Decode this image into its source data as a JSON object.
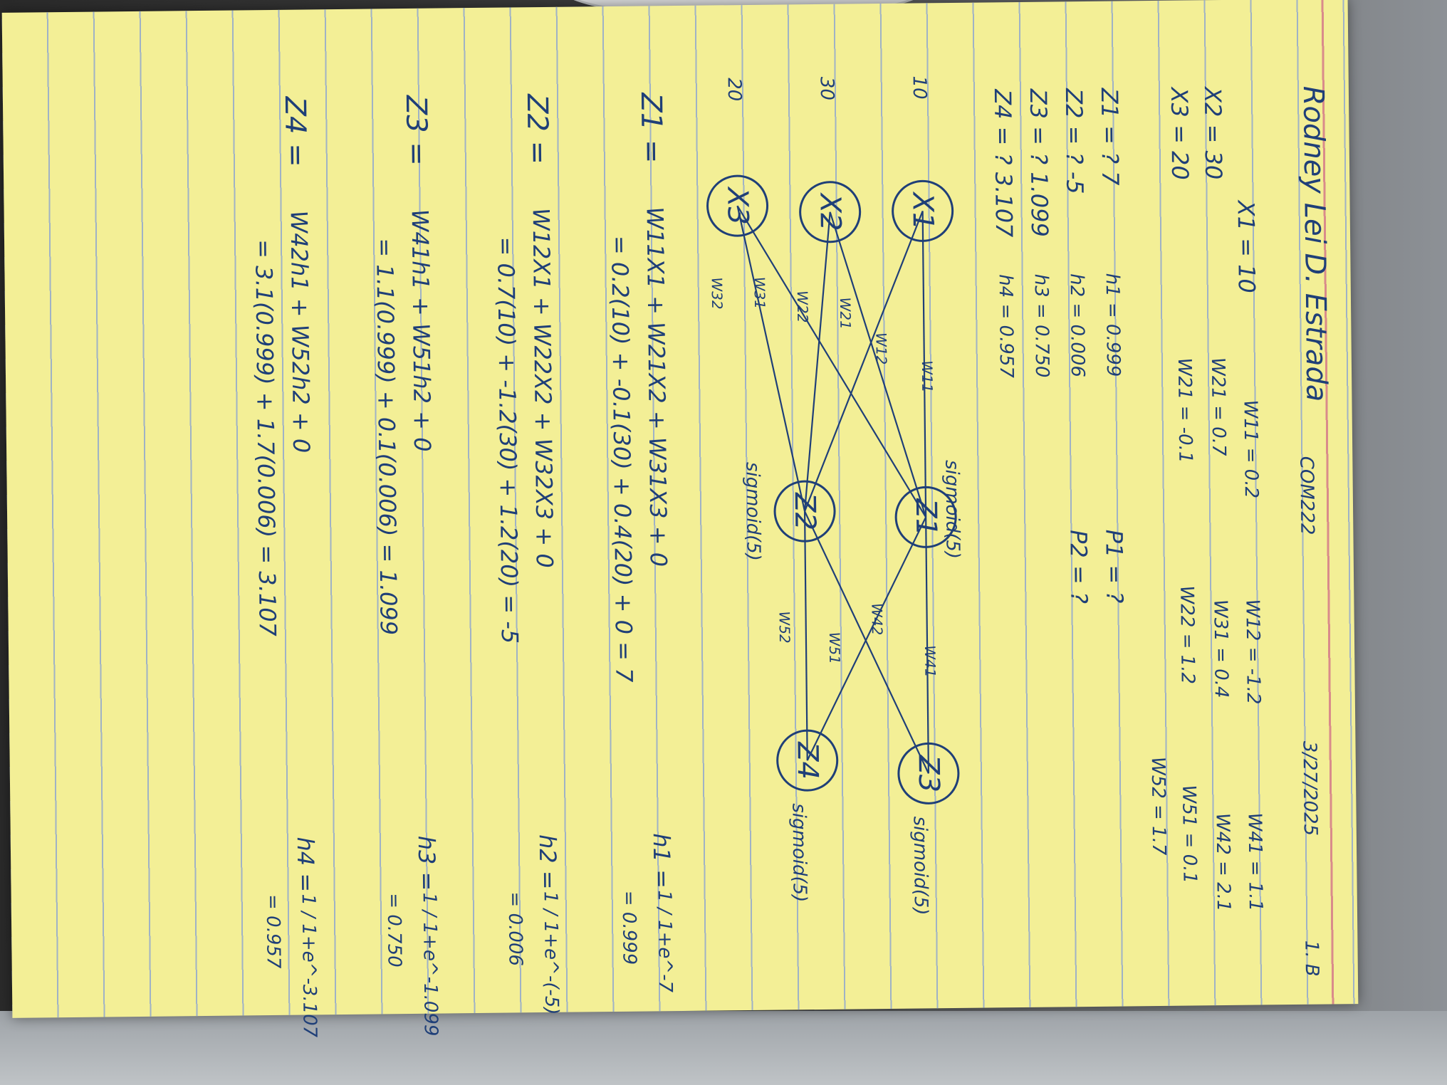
{
  "header": {
    "name": "Rodney Lei D. Estrada",
    "course": "COM222",
    "date": "3/27/2025",
    "item_number": "1. B"
  },
  "inputs": {
    "x1": "X1 = 10",
    "x2": "X2 = 30",
    "x3": "X3 = 20"
  },
  "weights": {
    "row1": [
      "W11 = 0.2",
      "W12 = -1.2",
      "W41 = 1.1"
    ],
    "row2": [
      "W21 = 0.7",
      "W31 = 0.4",
      "W42 = 2.1"
    ],
    "row3": [
      "W21 = -0.1",
      "W22 = 1.2",
      "W51 = 0.1"
    ],
    "row4": [
      "W52 = 1.7"
    ]
  },
  "summary": [
    {
      "z": "Z1 = ? 7",
      "h": "h1 = 0.999",
      "p": "P1 = ?"
    },
    {
      "z": "Z2 = ? -5",
      "h": "h2 = 0.006",
      "p": "P2 = ?"
    },
    {
      "z": "Z3 = ? 1.099",
      "h": "h3 = 0.750",
      "p": ""
    },
    {
      "z": "Z4 = ? 3.107",
      "h": "h4 = 0.957",
      "p": ""
    }
  ],
  "diagram": {
    "margin_values": [
      "10",
      "30",
      "20"
    ],
    "inputs": [
      "X1",
      "X2",
      "X3"
    ],
    "hidden": [
      "Z1",
      "Z2"
    ],
    "outputs": [
      "Z3",
      "Z4"
    ],
    "weight_labels": [
      "W11",
      "W12",
      "W21",
      "W22",
      "W31",
      "W32",
      "W41",
      "W42",
      "W51",
      "W52"
    ],
    "activations": [
      "sigmoid(5)",
      "sigmoid(5)",
      "sigmoid(5)",
      "sigmoid(5)"
    ]
  },
  "equations": [
    {
      "lhs": "Z1 =",
      "line1": "W11X1 + W21X2 + W31X3 + 0",
      "line2": "= 0.2(10) + -0.1(30) + 0.4(20) + 0 = 7",
      "h_label": "h1 =",
      "h_formula": "1 / 1+e^-7",
      "h_result": "= 0.999"
    },
    {
      "lhs": "Z2 =",
      "line1": "W12X1 + W22X2 + W32X3 + 0",
      "line2": "= 0.7(10) + -1.2(30) + 1.2(20) = -5",
      "h_label": "h2 =",
      "h_formula": "1 / 1+e^-(-5)",
      "h_result": "= 0.006"
    },
    {
      "lhs": "Z3 =",
      "line1": "W41h1 + W51h2 + 0",
      "line2": "= 1.1(0.999) + 0.1(0.006) = 1.099",
      "h_label": "h3 =",
      "h_formula": "1 / 1+e^-1.099",
      "h_result": "= 0.750"
    },
    {
      "lhs": "Z4 =",
      "line1": "W42h1 + W52h2 + 0",
      "line2": "= 3.1(0.999) + 1.7(0.006) = 3.107",
      "h_label": "h4 =",
      "h_formula": "1 / 1+e^-3.107",
      "h_result": "= 0.957"
    }
  ]
}
